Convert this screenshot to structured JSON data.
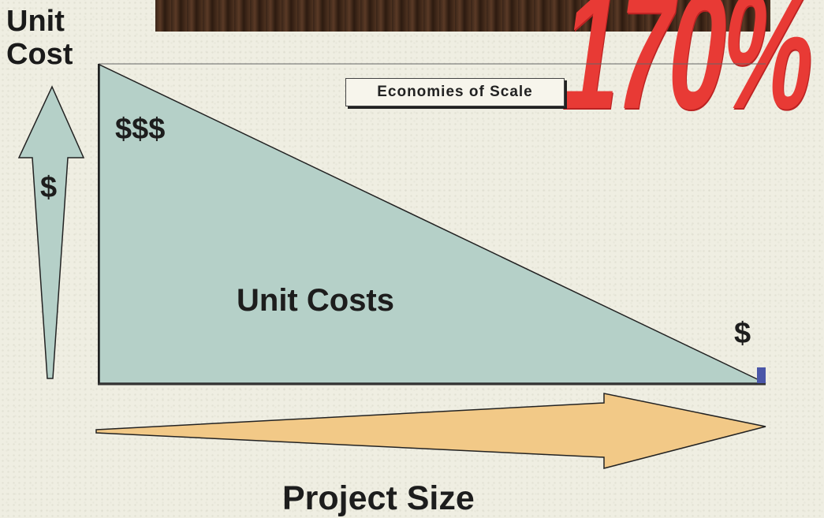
{
  "diagram": {
    "big_number": "170%",
    "axis_y_label_line1": "Unit",
    "axis_y_label_line2": "Cost",
    "title": "Economies of Scale",
    "high_cost_label": "$$$",
    "low_cost_label": "$",
    "arrow_label": "$",
    "region_label": "Unit Costs",
    "axis_x_label": "Project Size"
  },
  "colors": {
    "triangle_fill": "#b5d0c8",
    "x_arrow_fill": "#f2c987",
    "y_arrow_fill": "#b5d0c8",
    "big_number": "#e83a35"
  }
}
